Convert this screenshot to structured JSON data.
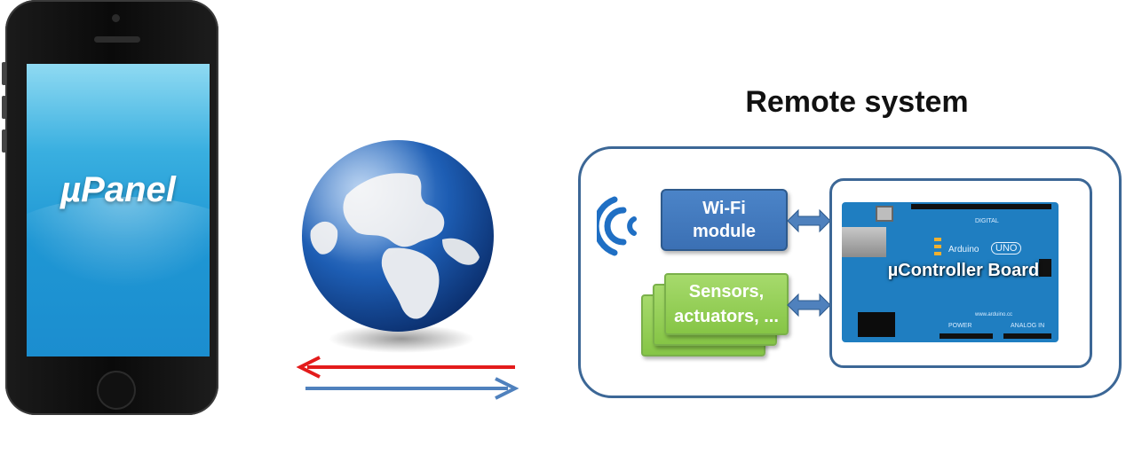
{
  "phone": {
    "app_title": "µPanel"
  },
  "globe": {
    "icon": "globe-icon"
  },
  "links": {
    "request_color": "#e31b1b",
    "response_color": "#4f81bd"
  },
  "remote_system": {
    "title": "Remote system",
    "wifi_module": {
      "line1": "Wi-Fi",
      "line2": "module"
    },
    "sensors": {
      "line1": "Sensors,",
      "line2": "actuators, ..."
    },
    "board": {
      "label": "µController Board",
      "silk_brand": "Arduino",
      "silk_model": "UNO",
      "silk_digital": "DIGITAL",
      "silk_power": "POWER",
      "silk_analog": "ANALOG IN",
      "silk_site": "www.arduino.cc"
    }
  },
  "colors": {
    "frame": "#3c6796",
    "wifi_box": "#4b84c8",
    "sensor_box": "#8ec74f",
    "board": "#1f7ec1"
  }
}
